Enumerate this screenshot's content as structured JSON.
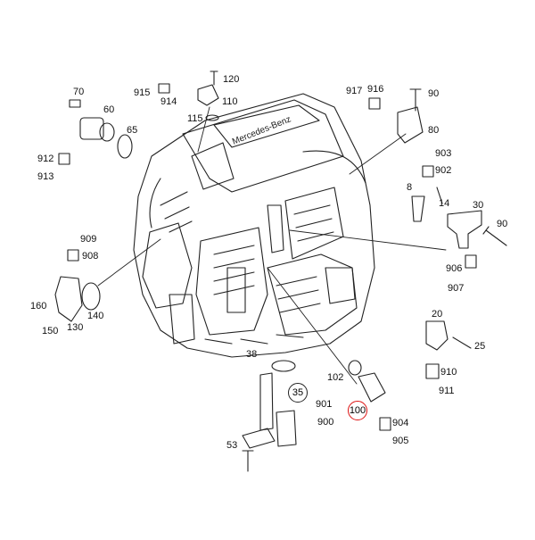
{
  "brand_text": "Mercedes-Benz",
  "callouts": {
    "c70": "70",
    "c60": "60",
    "c65": "65",
    "c912": "912",
    "c913": "913",
    "c915": "915",
    "c914": "914",
    "c120": "120",
    "c110": "110",
    "c115": "115",
    "c917": "917",
    "c916": "916",
    "c90a": "90",
    "c80": "80",
    "c903": "903",
    "c902": "902",
    "c8": "8",
    "c14": "14",
    "c30": "30",
    "c90b": "90",
    "c909": "909",
    "c908": "908",
    "c906": "906",
    "c907": "907",
    "c160": "160",
    "c150": "150",
    "c130": "130",
    "c140": "140",
    "c20": "20",
    "c25": "25",
    "c910": "910",
    "c911": "911",
    "c38": "38",
    "c35": "35",
    "c102": "102",
    "c100": "100",
    "c901": "901",
    "c900": "900",
    "c904": "904",
    "c905": "905",
    "c53": "53"
  },
  "colors": {
    "line": "#222222",
    "highlight": "#dd1111"
  }
}
